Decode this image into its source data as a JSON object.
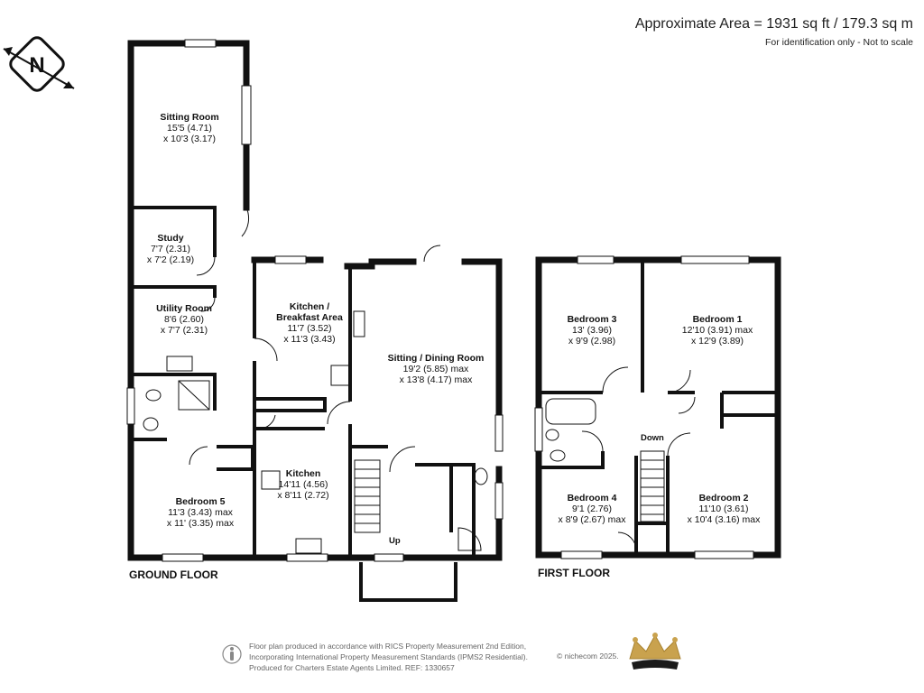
{
  "header": {
    "area": "Approximate Area = 1931 sq ft / 179.3 sq m",
    "note": "For identification only - Not to scale"
  },
  "compass": {
    "letter": "N"
  },
  "floors": {
    "ground": "GROUND FLOOR",
    "first": "FIRST FLOOR"
  },
  "rooms": {
    "sitting_room": {
      "name": "Sitting Room",
      "dim1": "15'5 (4.71)",
      "dim2": "x 10'3 (3.17)"
    },
    "study": {
      "name": "Study",
      "dim1": "7'7 (2.31)",
      "dim2": "x 7'2 (2.19)"
    },
    "utility": {
      "name": "Utility Room",
      "dim1": "8'6 (2.60)",
      "dim2": "x 7'7 (2.31)"
    },
    "kitchen_breakfast": {
      "name": "Kitchen /",
      "name2": "Breakfast Area",
      "dim1": "11'7 (3.52)",
      "dim2": "x 11'3 (3.43)"
    },
    "sitting_dining": {
      "name": "Sitting / Dining Room",
      "dim1": "19'2 (5.85) max",
      "dim2": "x 13'8 (4.17) max"
    },
    "kitchen": {
      "name": "Kitchen",
      "dim1": "14'11 (4.56)",
      "dim2": "x 8'11 (2.72)"
    },
    "bedroom5": {
      "name": "Bedroom 5",
      "dim1": "11'3 (3.43) max",
      "dim2": "x 11' (3.35) max"
    },
    "bedroom3": {
      "name": "Bedroom 3",
      "dim1": "13' (3.96)",
      "dim2": "x 9'9 (2.98)"
    },
    "bedroom1": {
      "name": "Bedroom 1",
      "dim1": "12'10 (3.91) max",
      "dim2": "x 12'9 (3.89)"
    },
    "bedroom4": {
      "name": "Bedroom 4",
      "dim1": "9'1 (2.76)",
      "dim2": "x 8'9 (2.67) max"
    },
    "bedroom2": {
      "name": "Bedroom 2",
      "dim1": "11'10 (3.61)",
      "dim2": "x 10'4 (3.16) max"
    }
  },
  "stairs": {
    "up": "Up",
    "down": "Down"
  },
  "footer": {
    "line1": "Floor plan produced in accordance with RICS Property Measurement 2nd Edition,",
    "line2": "Incorporating International Property Measurement Standards (IPMS2 Residential).",
    "line3": "Produced for Charters Estate Agents Limited.   REF: 1330657",
    "copyright": "© nichecom 2025."
  },
  "colors": {
    "wall": "#111111",
    "window": "#ffffff",
    "crown_gold": "#b8903a"
  }
}
